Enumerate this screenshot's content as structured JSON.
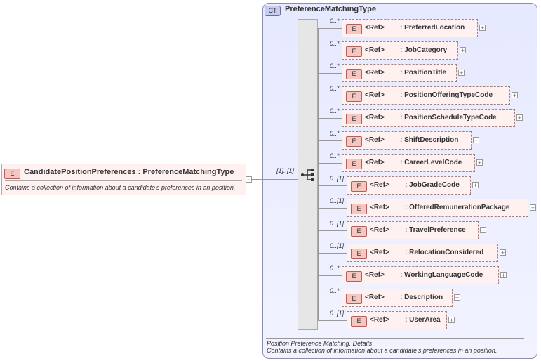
{
  "complex_type": {
    "badge": "CT",
    "title": "PreferenceMatchingType",
    "doc_line1": "Position Preference Matching. Details",
    "doc_line2": "Contains a collection of information about a candidate's preferences in an position."
  },
  "main_element": {
    "badge": "E",
    "name": "CandidatePositionPreferences",
    "type": ": PreferenceMatchingType",
    "doc": "Contains a collection of information about a candidate's preferences in an position.",
    "toggle": "−",
    "multiplicity": "[1]..[1]"
  },
  "children": [
    {
      "mult": "0..*",
      "badge": "E",
      "ref": "<Ref>",
      "name": ": PreferredLocation",
      "toggle": "+"
    },
    {
      "mult": "0..*",
      "badge": "E",
      "ref": "<Ref>",
      "name": ": JobCategory",
      "toggle": "+"
    },
    {
      "mult": "0..*",
      "badge": "E",
      "ref": "<Ref>",
      "name": ": PositionTitle",
      "toggle": "+"
    },
    {
      "mult": "0..*",
      "badge": "E",
      "ref": "<Ref>",
      "name": ": PositionOfferingTypeCode",
      "toggle": "+"
    },
    {
      "mult": "0..*",
      "badge": "E",
      "ref": "<Ref>",
      "name": ": PositionScheduleTypeCode",
      "toggle": "+"
    },
    {
      "mult": "0..*",
      "badge": "E",
      "ref": "<Ref>",
      "name": ": ShiftDescription",
      "toggle": "+"
    },
    {
      "mult": "0..*",
      "badge": "E",
      "ref": "<Ref>",
      "name": ": CareerLevelCode",
      "toggle": "+"
    },
    {
      "mult": "0..[1]",
      "badge": "E",
      "ref": "<Ref>",
      "name": ": JobGradeCode",
      "toggle": "+"
    },
    {
      "mult": "0..[1]",
      "badge": "E",
      "ref": "<Ref>",
      "name": ": OfferedRemunerationPackage",
      "toggle": "+"
    },
    {
      "mult": "0..[1]",
      "badge": "E",
      "ref": "<Ref>",
      "name": ": TravelPreference",
      "toggle": "+"
    },
    {
      "mult": "0..[1]",
      "badge": "E",
      "ref": "<Ref>",
      "name": ": RelocationConsidered",
      "toggle": "+"
    },
    {
      "mult": "0..*",
      "badge": "E",
      "ref": "<Ref>",
      "name": ": WorkingLanguageCode",
      "toggle": "+"
    },
    {
      "mult": "0..*",
      "badge": "E",
      "ref": "<Ref>",
      "name": ": Description",
      "toggle": "+"
    },
    {
      "mult": "0..[1]",
      "badge": "E",
      "ref": "<Ref>",
      "name": ": UserArea",
      "toggle": "+"
    }
  ]
}
